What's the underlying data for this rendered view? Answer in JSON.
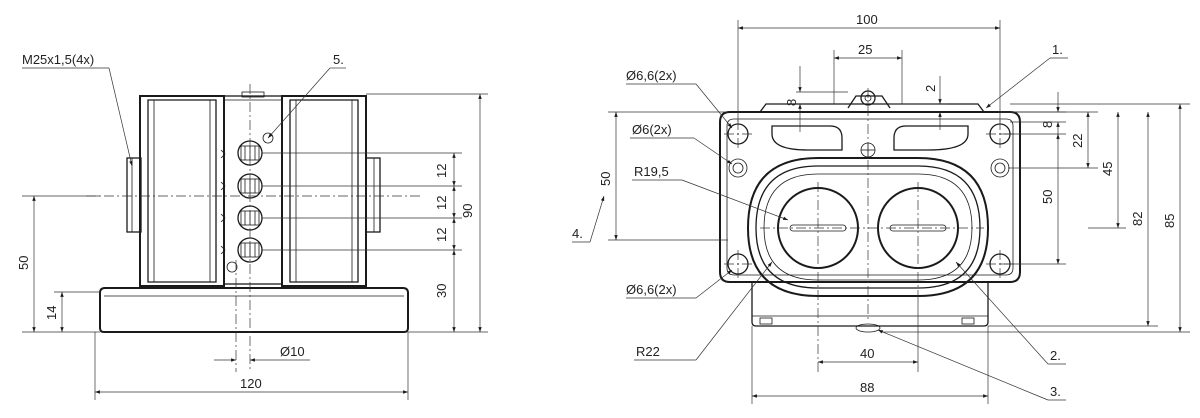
{
  "left_view": {
    "labels": {
      "thread": "M25x1,5(4x)",
      "item5": "5."
    },
    "dims": {
      "h50": "50",
      "h14": "14",
      "p12a": "12",
      "p12b": "12",
      "p12c": "12",
      "h90": "90",
      "h30": "30",
      "dia10": "Ø10",
      "w120": "120"
    }
  },
  "right_view": {
    "labels": {
      "hole_top": "Ø6,6(2x)",
      "hole_mid": "Ø6(2x)",
      "radius_slot": "R19,5",
      "hole_bottom": "Ø6,6(2x)",
      "radius_body": "R22",
      "item1": "1.",
      "item2": "2.",
      "item3": "3.",
      "item4": "4."
    },
    "dims": {
      "w100": "100",
      "w25": "25",
      "v8_top": "8",
      "v2": "2",
      "v8_right": "8",
      "v22": "22",
      "v45": "45",
      "v50_left": "50",
      "v50_right": "50",
      "v82": "82",
      "v85": "85",
      "w40": "40",
      "w88": "88"
    }
  }
}
